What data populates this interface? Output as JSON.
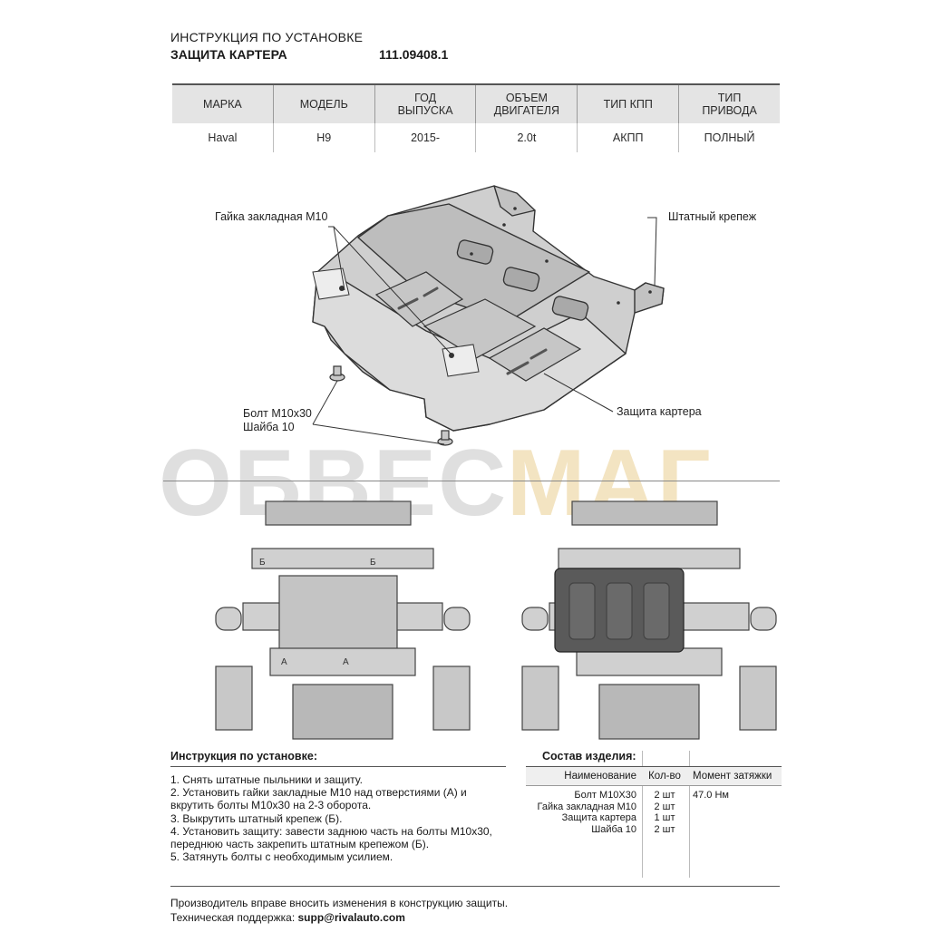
{
  "header": {
    "title": "ИНСТРУКЦИЯ ПО УСТАНОВКЕ",
    "subtitle": "ЗАЩИТА КАРТЕРА",
    "code": "111.09408.1"
  },
  "spec_table": {
    "headers": [
      "МАРКА",
      "МОДЕЛЬ",
      "ГОД\nВЫПУСКА",
      "ОБЪЕМ\nДВИГАТЕЛЯ",
      "ТИП КПП",
      "ТИП\nПРИВОДА"
    ],
    "row": [
      "Haval",
      "H9",
      "2015-",
      "2.0t",
      "АКПП",
      "ПОЛНЫЙ"
    ]
  },
  "callouts": {
    "nut": "Гайка закладная М10",
    "mount": "Штатный крепеж",
    "bolt": "Болт М10х30",
    "washer": "Шайба 10",
    "guard": "Защита картера"
  },
  "watermark": {
    "part_a": "ОБВЕС",
    "part_b": "МАГ"
  },
  "diagram_labels": {
    "a": "А",
    "b": "Б"
  },
  "instructions": {
    "title": "Инструкция по установке:",
    "steps": [
      "1. Снять штатные пыльники и защиту.",
      "2. Установить гайки закладные М10 над отверстиями (А) и\nвкрутить болты М10х30 на 2-3 оборота.",
      "3. Выкрутить штатный крепеж (Б).",
      "4. Установить защиту: завести заднюю часть на болты М10х30,\nпереднюю часть закрепить штатным крепежом (Б).",
      "5. Затянуть болты с необходимым усилием."
    ]
  },
  "composition": {
    "title": "Состав изделия:",
    "headers": [
      "Наименование",
      "Кол-во",
      "Момент затяжки"
    ],
    "rows": [
      [
        "Болт М10Х30",
        "2 шт",
        "47.0 Нм"
      ],
      [
        "Гайка закладная М10",
        "2 шт",
        ""
      ],
      [
        "Защита картера",
        "1 шт",
        ""
      ],
      [
        "Шайба 10",
        "2 шт",
        ""
      ]
    ]
  },
  "footer": {
    "note": "Производитель вправе вносить изменения в конструкцию защиты.",
    "support_label": "Техническая поддержка: ",
    "support_email": "supp@rivalauto.com"
  }
}
